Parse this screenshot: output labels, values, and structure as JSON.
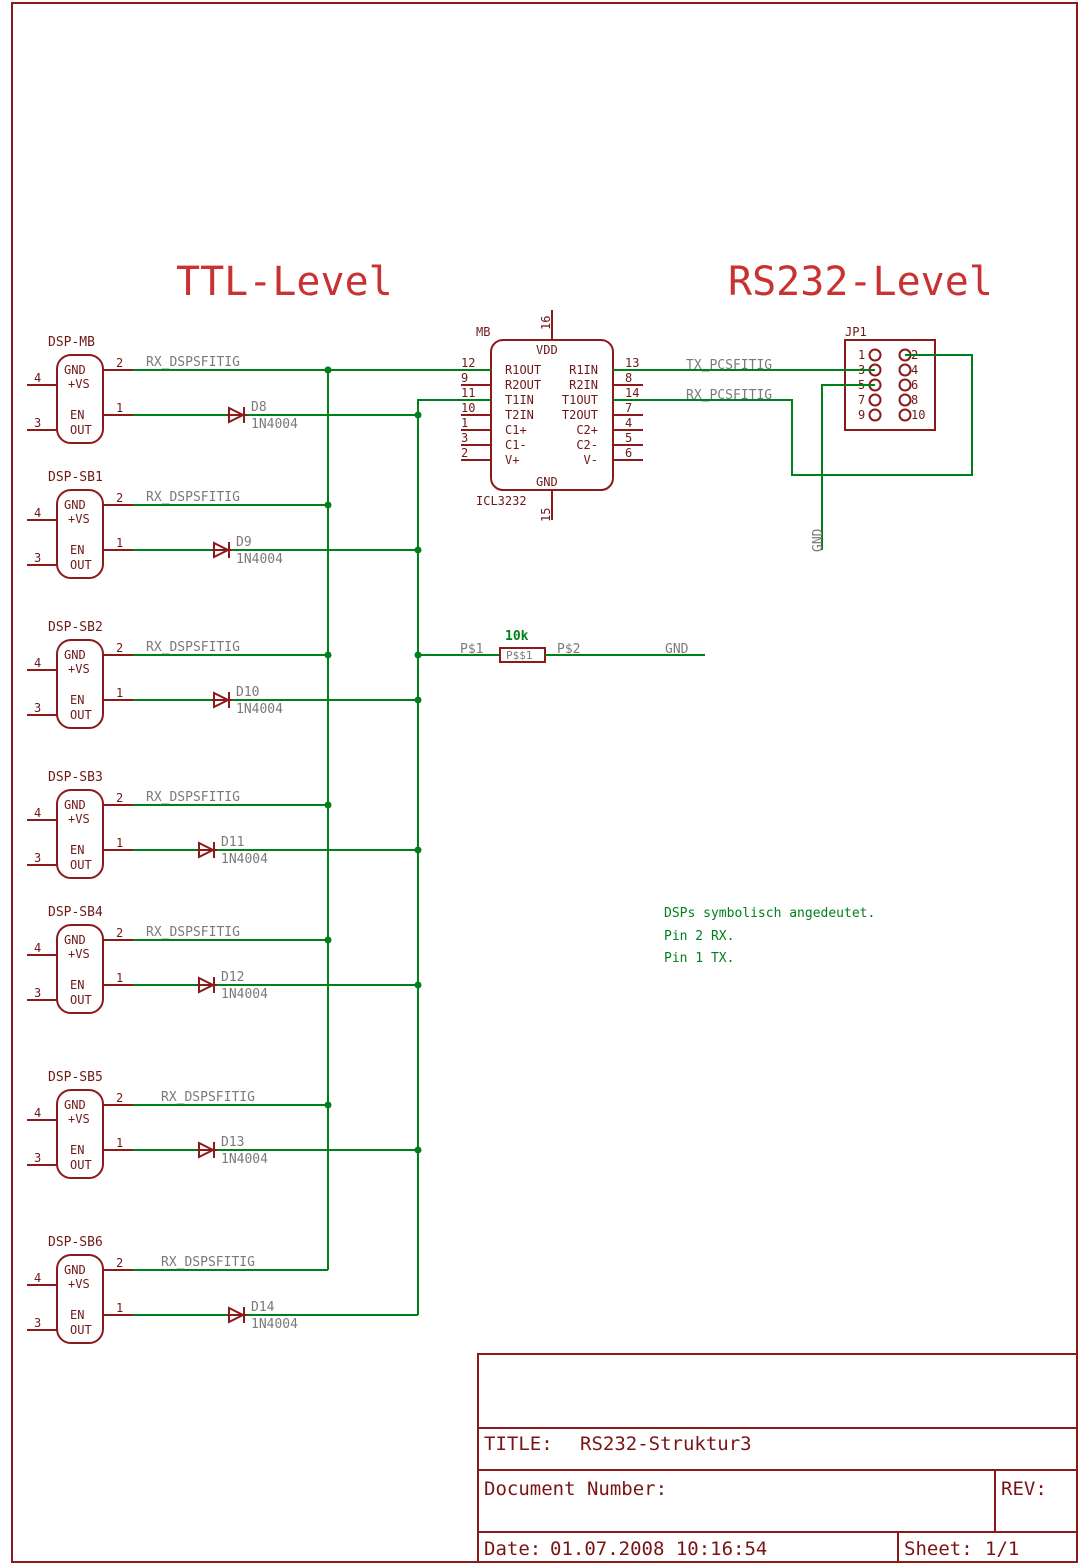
{
  "headings": {
    "ttl": "TTL-Level",
    "rs232": "RS232-Level"
  },
  "ic": {
    "ref": "MB",
    "value": "ICL3232",
    "vdd": "VDD",
    "gnd": "GND",
    "vdd_pin": "16",
    "gnd_pin": "15",
    "left_pins": [
      {
        "num": "12",
        "name": "R1OUT"
      },
      {
        "num": "9",
        "name": "R2OUT"
      },
      {
        "num": "11",
        "name": "T1IN"
      },
      {
        "num": "10",
        "name": "T2IN"
      },
      {
        "num": "1",
        "name": "C1+"
      },
      {
        "num": "3",
        "name": "C1-"
      },
      {
        "num": "2",
        "name": "V+"
      }
    ],
    "right_pins": [
      {
        "num": "13",
        "name": "R1IN"
      },
      {
        "num": "8",
        "name": "R2IN"
      },
      {
        "num": "14",
        "name": "T1OUT"
      },
      {
        "num": "7",
        "name": "T2OUT"
      },
      {
        "num": "4",
        "name": "C2+"
      },
      {
        "num": "5",
        "name": "C2-"
      },
      {
        "num": "6",
        "name": "V-"
      }
    ]
  },
  "connector": {
    "ref": "JP1",
    "left_pins": [
      "1",
      "3",
      "5",
      "7",
      "9"
    ],
    "right_pins": [
      "2",
      "4",
      "6",
      "8",
      "10"
    ]
  },
  "nets": {
    "tx_pc": "TX_PCSFITIG",
    "rx_pc": "RX_PCSFITIG",
    "gnd": "GND",
    "rx_dsp": "RX_DSPSFITIG"
  },
  "resistor": {
    "value": "10k",
    "pin1": "P$1",
    "pin2": "P$2",
    "name": "P$$1"
  },
  "dsps": [
    {
      "name": "DSP-MB",
      "diode": "D8",
      "diode_type": "1N4004"
    },
    {
      "name": "DSP-SB1",
      "diode": "D9",
      "diode_type": "1N4004"
    },
    {
      "name": "DSP-SB2",
      "diode": "D10",
      "diode_type": "1N4004"
    },
    {
      "name": "DSP-SB3",
      "diode": "D11",
      "diode_type": "1N4004"
    },
    {
      "name": "DSP-SB4",
      "diode": "D12",
      "diode_type": "1N4004"
    },
    {
      "name": "DSP-SB5",
      "diode": "D13",
      "diode_type": "1N4004"
    },
    {
      "name": "DSP-SB6",
      "diode": "D14",
      "diode_type": "1N4004"
    }
  ],
  "dsp_pins": {
    "gnd": "GND",
    "vs": "+VS",
    "en": "EN",
    "out": "OUT",
    "p4": "4",
    "p3": "3",
    "p2": "2",
    "p1": "1"
  },
  "notes": [
    "DSPs symbolisch angedeutet.",
    "Pin 2 RX.",
    "Pin 1 TX."
  ],
  "title_block": {
    "title_label": "TITLE:",
    "title": "RS232-Struktur3",
    "doc_label": "Document Number:",
    "rev_label": "REV:",
    "date_label": "Date:",
    "date": "01.07.2008 10:16:54",
    "sheet_label": "Sheet:",
    "sheet": "1/1"
  }
}
